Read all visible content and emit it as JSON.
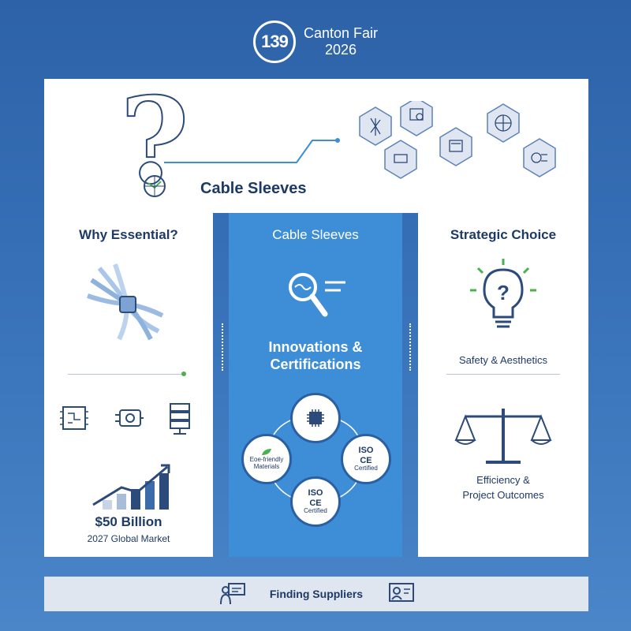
{
  "header": {
    "logo_number": "139",
    "title_line1": "Canton Fair",
    "title_line2": "2026"
  },
  "top_panel": {
    "title": "Cable Sleeves",
    "icons": [
      "question-mark-icon",
      "compass-globe-icon",
      "cable-icon",
      "document-icon",
      "globe-icon",
      "certificate-icon",
      "chip-icon",
      "shipping-icon"
    ]
  },
  "left_column": {
    "title": "Why Essential?",
    "icons": [
      "cable-bundle-icon",
      "circuit-board-icon",
      "engine-icon",
      "server-rack-icon",
      "growth-chart-icon"
    ],
    "market_value": "$50 Billion",
    "market_label": "2027 Global Market"
  },
  "middle_column": {
    "title": "Cable Sleeves",
    "subtitle_line1": "Innovations &",
    "subtitle_line2": "Certifications",
    "nodes": [
      {
        "main": "",
        "sub": "",
        "icon": "chip-icon"
      },
      {
        "main": "Eoe-friendly",
        "sub": "Materials",
        "icon": "leaf-icon"
      },
      {
        "main": "ISO",
        "line2": "CE",
        "sub": "Certified"
      },
      {
        "main": "ISO",
        "line2": "CE",
        "sub": "Certified"
      }
    ]
  },
  "right_column": {
    "title": "Strategic Choice",
    "text1": "Safety & Aesthetics",
    "text2_line1": "Efficiency &",
    "text2_line2": "Project Outcomes",
    "icons": [
      "lightbulb-question-icon",
      "balance-scale-icon"
    ]
  },
  "footer": {
    "label": "Finding Suppliers",
    "icons": [
      "presenter-icon",
      "id-card-icon"
    ]
  },
  "colors": {
    "background": "#2d62a8",
    "panel": "#ffffff",
    "accent_blue": "#3d8ed6",
    "dark_text": "#1d3a66",
    "accent_green": "#4caf50"
  }
}
